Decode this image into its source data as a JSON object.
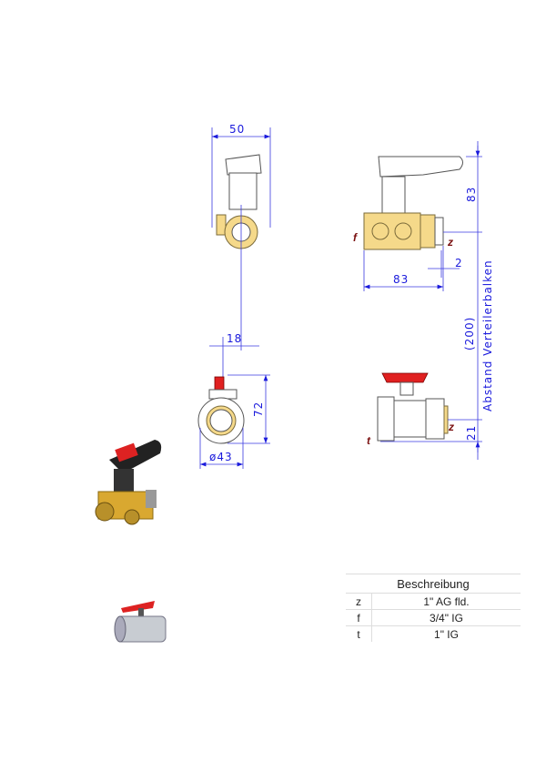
{
  "dimensions": {
    "top_width": "50",
    "offset_18": "18",
    "height_72": "72",
    "diameter": "ø43",
    "height_83": "83",
    "length_83": "83",
    "offset_2": "2",
    "height_21": "21",
    "distance": "(200)",
    "distance_label": "Abstand Verteilerbalken"
  },
  "labels": {
    "f": "f",
    "z_top": "z",
    "z_bottom": "z",
    "t": "t"
  },
  "table": {
    "header": "Beschreibung",
    "rows": [
      {
        "key": "z",
        "value": "1\" AG fld."
      },
      {
        "key": "f",
        "value": "3/4\" IG"
      },
      {
        "key": "t",
        "value": "1\" IG"
      }
    ]
  },
  "colors": {
    "dimension": "#1a1adc",
    "brass": "#f5d98a",
    "handle_red": "#e02020",
    "label": "#7a1010"
  }
}
